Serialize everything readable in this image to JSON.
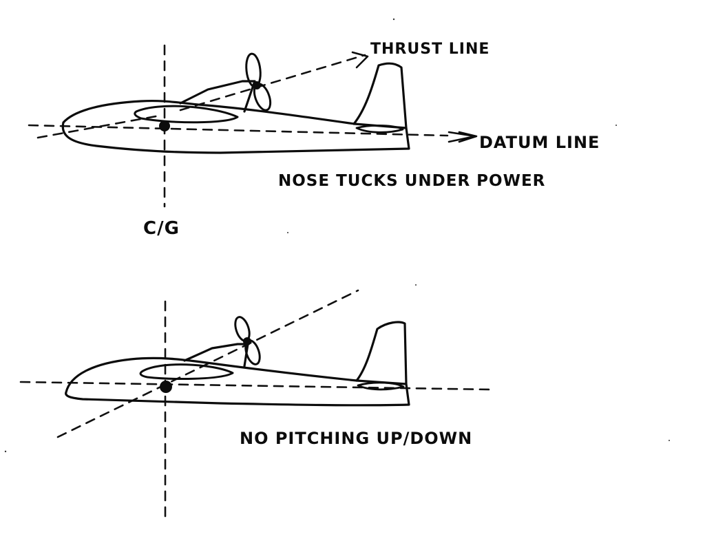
{
  "diagram": {
    "top": {
      "thrust_label": "THRUST LINE",
      "datum_label": "DATUM LINE",
      "cg_label": "C/G",
      "caption": "NOSE TUCKS UNDER POWER"
    },
    "bottom": {
      "caption": "NO PITCHING UP/DOWN"
    },
    "ink_color": "#0c0c0c",
    "paper_color": "#ffffff"
  }
}
